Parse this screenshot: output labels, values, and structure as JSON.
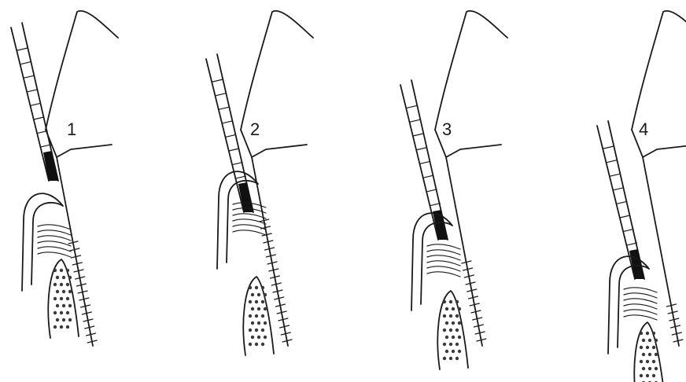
{
  "figure": {
    "stages": [
      {
        "label": "1"
      },
      {
        "label": "2"
      },
      {
        "label": "3"
      },
      {
        "label": "4"
      }
    ]
  }
}
